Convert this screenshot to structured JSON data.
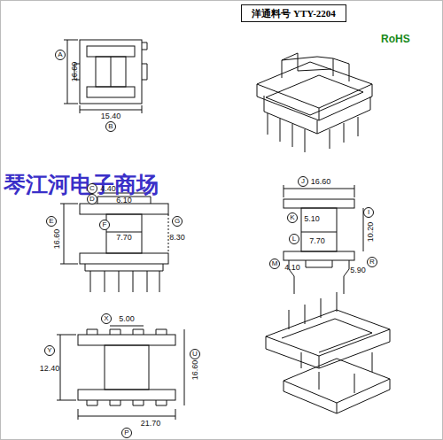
{
  "diagram": {
    "nodes": [
      {
        "text": [
          "洋通料号 YTY-2204"
        ]
      }
    ],
    "labels": [
      "RoHS",
      "琴江河电子商场",
      "A",
      "16.60",
      "15.40",
      "B",
      "C",
      "4.40",
      "D",
      "6.10",
      "E",
      "16.60",
      "F",
      "7.70",
      "G",
      "8.30",
      "J",
      "16.60",
      "K",
      "5.10",
      "L",
      "7.70",
      "I",
      "10.20",
      "M",
      "4.10",
      "R",
      "5.90",
      "X",
      "5.00",
      "Y",
      "12.40",
      "U",
      "16.60",
      "P",
      "21.70"
    ]
  }
}
